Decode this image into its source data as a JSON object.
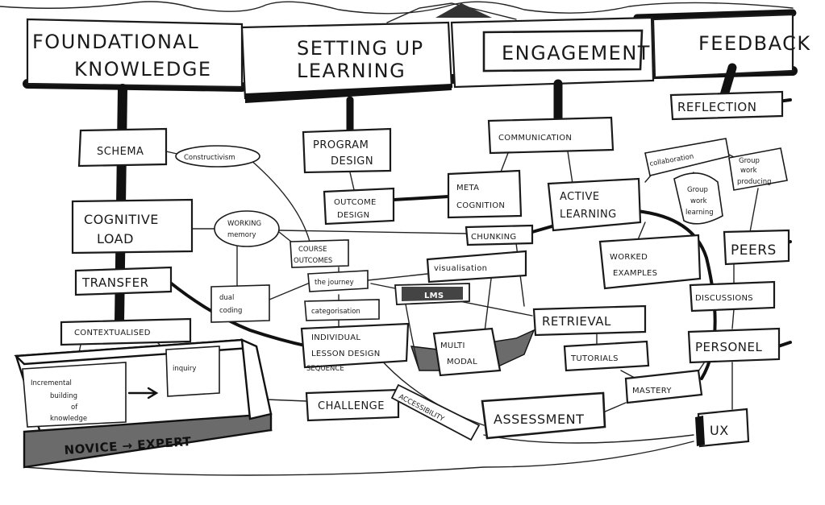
{
  "headers": {
    "foundational": [
      "FOUNDATIONAL",
      "KNOWLEDGE"
    ],
    "setting_up": [
      "SETTING UP",
      "LEARNING"
    ],
    "engagement": "ENGAGEMENT",
    "feedback": "FEEDBACK"
  },
  "nodes": {
    "schema": "SCHEMA",
    "constructivism": "Constructivism",
    "cognitive_load": [
      "COGNITIVE",
      "LOAD"
    ],
    "working_memory": [
      "WORKING",
      "memory"
    ],
    "transfer": "TRANSFER",
    "dual_coding": [
      "dual",
      "coding"
    ],
    "contextualised": "CONTEXTUALISED",
    "inquiry": "inquiry",
    "incremental": [
      "Incremental",
      "building",
      "of",
      "knowledge"
    ],
    "novice_expert": "NOVICE → EXPERT",
    "program_design": [
      "PROGRAM",
      "DESIGN"
    ],
    "outcome_design": [
      "OUTCOME",
      "DESIGN"
    ],
    "course_outcomes": [
      "COURSE",
      "OUTCOMES"
    ],
    "the_journey": "the journey",
    "categorisation": "categorisation",
    "lesson_design": [
      "INDIVIDUAL",
      "LESSON DESIGN",
      "SEQUENCE"
    ],
    "challenge": "CHALLENGE",
    "communication": "COMMUNICATION",
    "metacognition": [
      "META",
      "COGNITION"
    ],
    "active_learning": [
      "ACTIVE",
      "LEARNING"
    ],
    "chunking": "CHUNKING",
    "visualisation": "visualisation",
    "lms": "LMS",
    "multimodal": [
      "MULTI",
      "MODAL"
    ],
    "accessibility": "ACCESSIBILITY",
    "worked_examples": [
      "WORKED",
      "EXAMPLES"
    ],
    "retrieval": "RETRIEVAL",
    "tutorials": "TUTORIALS",
    "assessment": "ASSESSMENT",
    "mastery": "MASTERY",
    "reflection": "REFLECTION",
    "collaboration": "collaboration",
    "group_work_learning": [
      "Group",
      "work",
      "learning"
    ],
    "group_work_producing": [
      "Group",
      "work",
      "producing"
    ],
    "peers": "PEERS",
    "discussions": "DISCUSSIONS",
    "personnel": "PERSONEL",
    "ux": "UX"
  },
  "colors": {
    "ink": "#111111",
    "paper": "#ffffff",
    "shade": "#6b6b6b"
  }
}
